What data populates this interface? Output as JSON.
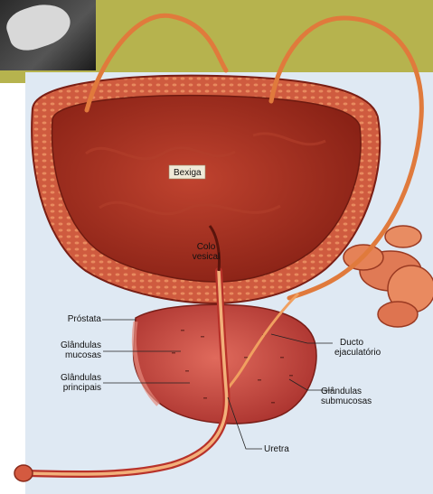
{
  "labels": {
    "bexiga": "Bexiga",
    "colo_line1": "Colo",
    "colo_line2": "vesical",
    "prostata": "Próstata",
    "gland_mucosas_line1": "Glândulas",
    "gland_mucosas_line2": "mucosas",
    "gland_principais_line1": "Glândulas",
    "gland_principais_line2": "principais",
    "ducto_line1": "Ducto",
    "ducto_line2": "ejaculatório",
    "gland_submucosas_line1": "Glândulas",
    "gland_submucosas_line2": "submucosas",
    "uretra": "Uretra"
  },
  "colors": {
    "header_band": "#b6b34e",
    "panel_bg": "#dfe9f3",
    "tissue_outer": "#c5533a",
    "tissue_inner": "#a32c1e",
    "cavity": "#9d2a1d",
    "duct": "#e07a3c",
    "prostate": "#c84a45"
  }
}
